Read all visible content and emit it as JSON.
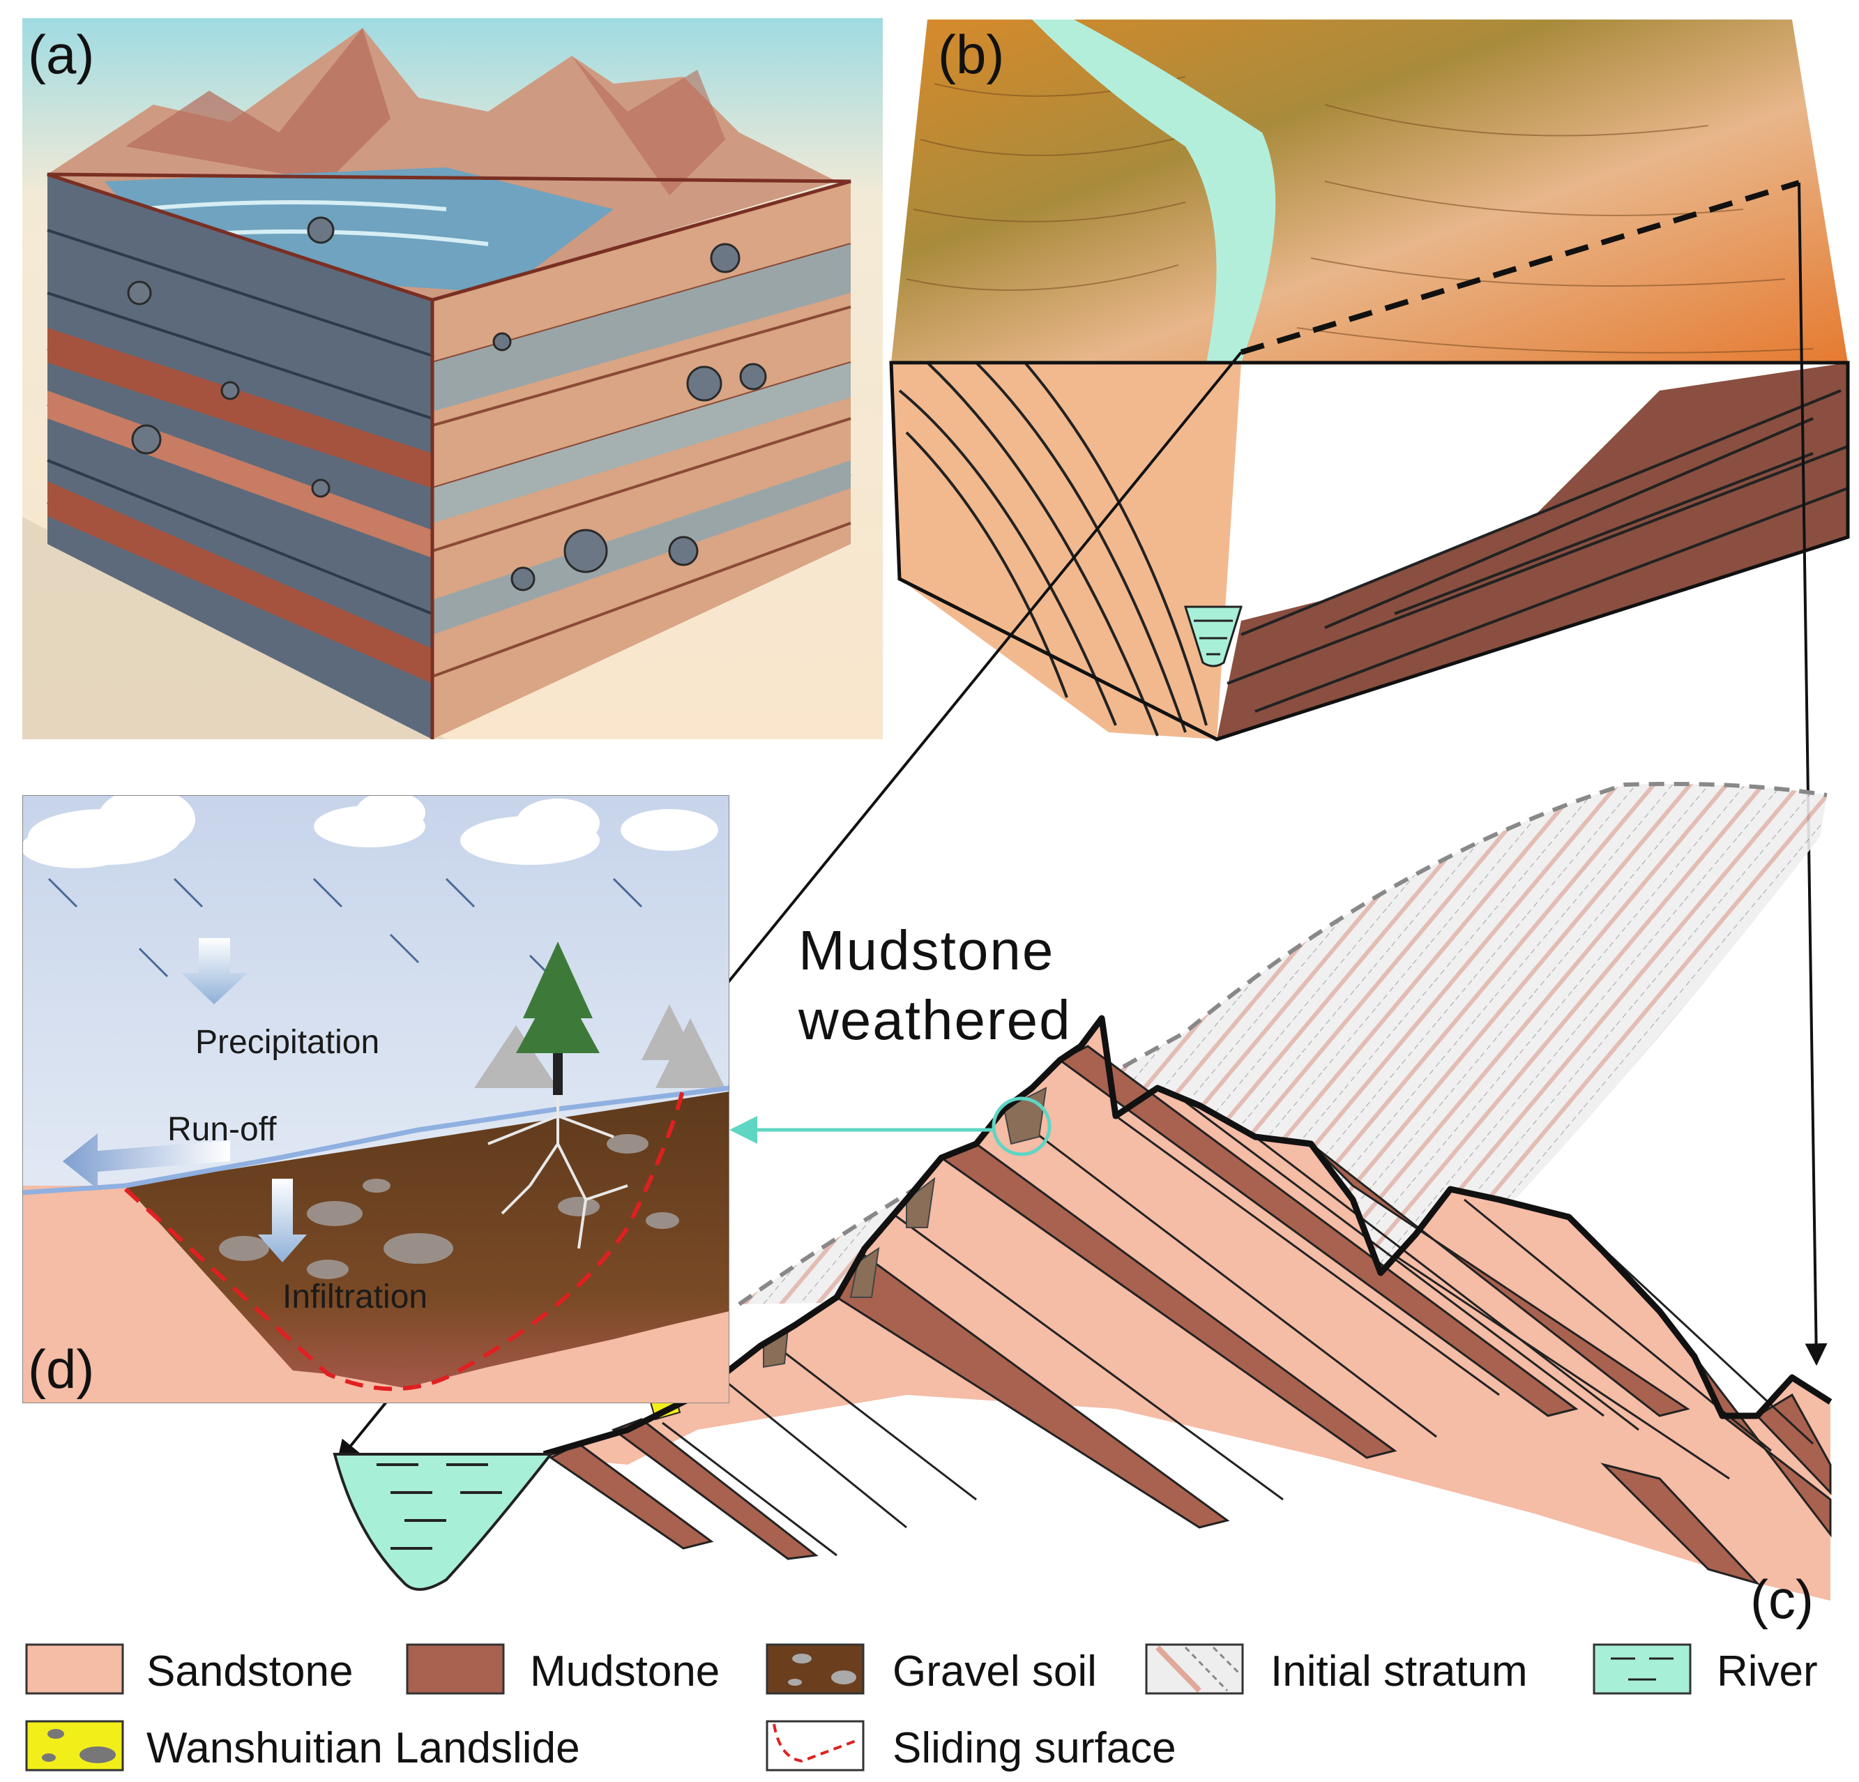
{
  "panels": {
    "a": "(a)",
    "b": "(b)",
    "c": "(c)",
    "d": "(d)"
  },
  "callout": {
    "line1": "Mudstone",
    "line2": "weathered"
  },
  "processes": {
    "precipitation": "Precipitation",
    "runoff": "Run-off",
    "infiltration": "Infiltration"
  },
  "legend": [
    {
      "label": "Sandstone",
      "swatch": "sandstone"
    },
    {
      "label": "Mudstone",
      "swatch": "mudstone"
    },
    {
      "label": "Gravel soil",
      "swatch": "gravel"
    },
    {
      "label": "Initial stratum",
      "swatch": "initial"
    },
    {
      "label": "River",
      "swatch": "river"
    },
    {
      "label": "Wanshuitian Landslide",
      "swatch": "landslide"
    },
    {
      "label": "Sliding surface",
      "swatch": "sliding"
    }
  ],
  "colors": {
    "sandstone": "#f5bca6",
    "mudstone": "#a8624f",
    "gravel": "#6b3f1e",
    "initial": "#eeeeee",
    "river": "#a8efd7",
    "landslide": "#f2ee1a",
    "sliding": "#e02020",
    "callout_arrow": "#5fd6c4"
  }
}
